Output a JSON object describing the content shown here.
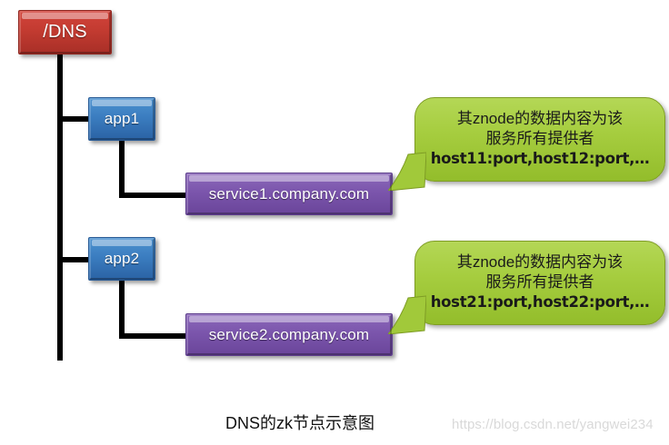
{
  "diagram": {
    "caption": "DNS的zk节点示意图",
    "watermark": "https://blog.csdn.net/yangwei234",
    "colors": {
      "root": "#c33b31",
      "app": "#3b7dc0",
      "service": "#7b55ac",
      "callout": "#a6cd3f",
      "edge": "#000000",
      "background": "#ffffff"
    },
    "nodes": {
      "root": {
        "label": "/DNS"
      },
      "app1": {
        "label": "app1"
      },
      "app2": {
        "label": "app2"
      },
      "service1": {
        "label": "service1.company.com"
      },
      "service2": {
        "label": "service2.company.com"
      }
    },
    "callouts": [
      {
        "line1": "其znode的数据内容为该",
        "line2": "服务所有提供者",
        "line3": "host11:port,host12:port,…"
      },
      {
        "line1": "其znode的数据内容为该",
        "line2": "服务所有提供者",
        "line3": "host21:port,host22:port,…"
      }
    ]
  }
}
